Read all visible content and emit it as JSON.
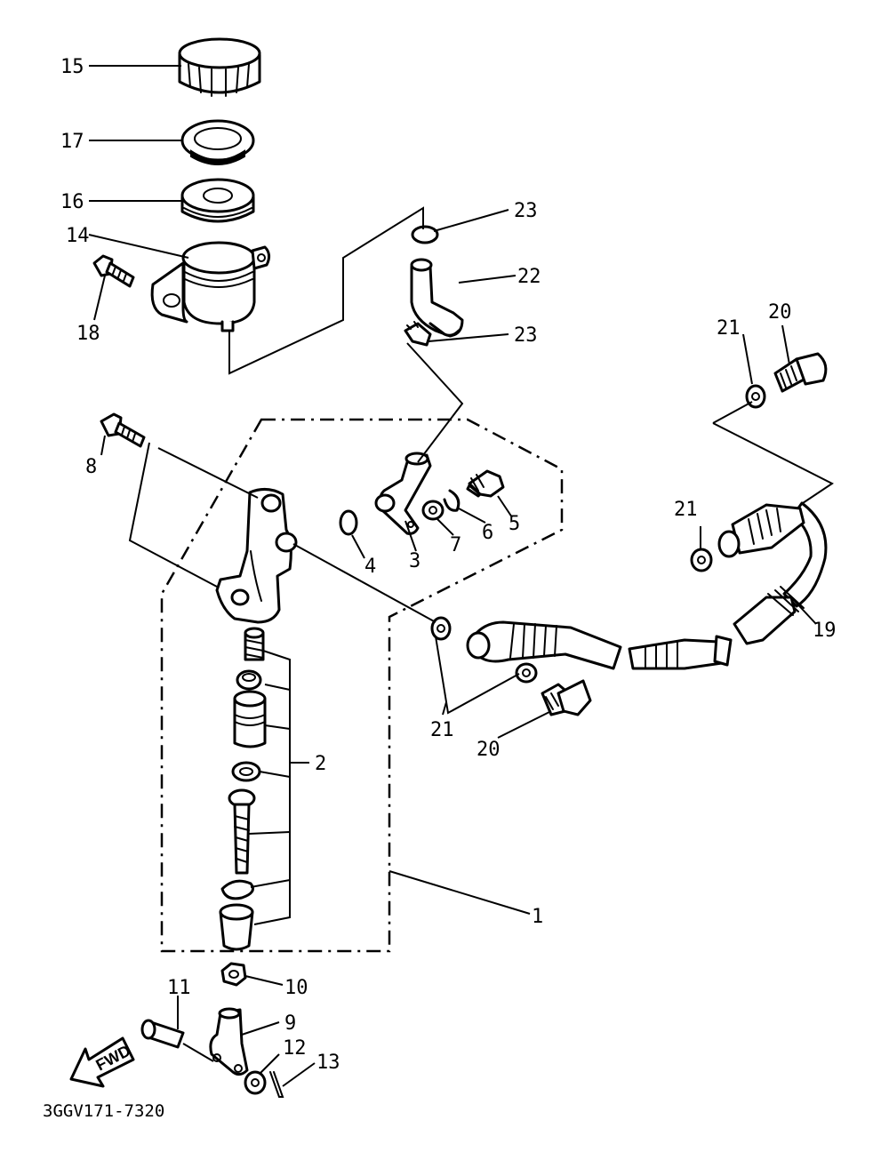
{
  "callouts": {
    "c1": "1",
    "c2": "2",
    "c3": "3",
    "c4": "4",
    "c5": "5",
    "c6": "6",
    "c7": "7",
    "c8": "8",
    "c9": "9",
    "c10": "10",
    "c11": "11",
    "c12": "12",
    "c13": "13",
    "c14": "14",
    "c15": "15",
    "c16": "16",
    "c17": "17",
    "c18": "18",
    "c19": "19",
    "c20a": "20",
    "c20b": "20",
    "c21a": "21",
    "c21b": "21",
    "c21c": "21",
    "c22": "22",
    "c23a": "23",
    "c23b": "23"
  },
  "forward_marker": "FWD",
  "diagram_code": "3GGV171-7320"
}
